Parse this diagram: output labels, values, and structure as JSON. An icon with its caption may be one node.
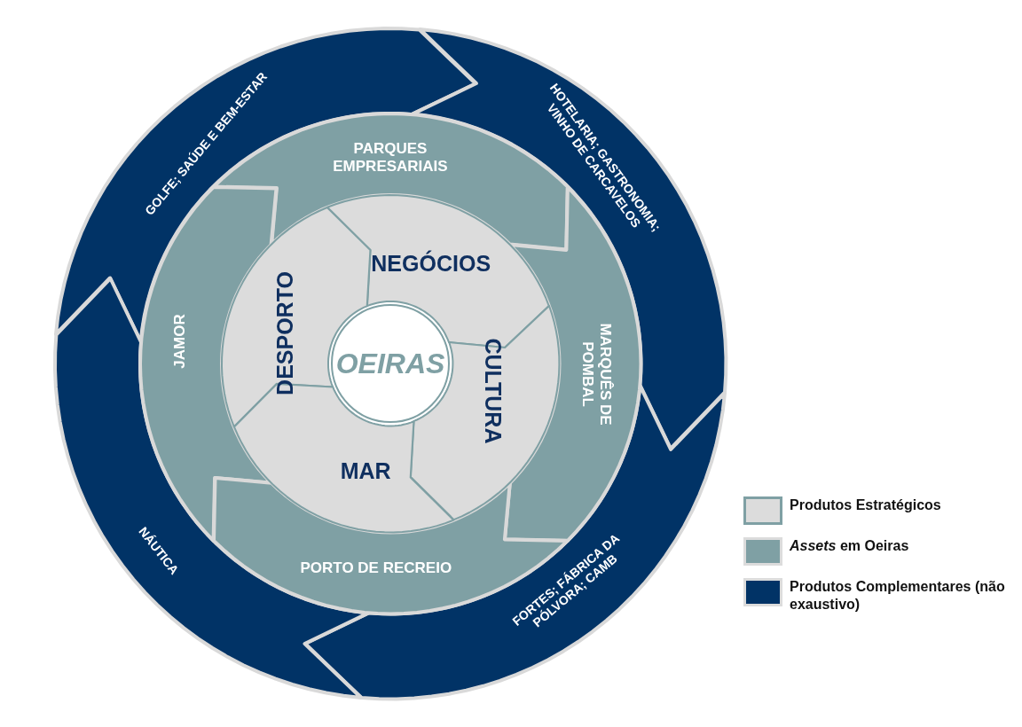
{
  "diagram": {
    "nodes": [
      {
        "text": [
          "GOLFE; SAÚDE E BEM-ESTAR"
        ]
      },
      {
        "text": [
          "HOTELARIA; GASTRONOMIA; VINHO DE CARCAVELOS"
        ]
      },
      {
        "text": [
          "FORTES; FÁBRICA DA PÓLVORA; CAMB"
        ]
      },
      {
        "text": [
          "NÁUTICA"
        ]
      },
      {
        "text": [
          "PARQUES EMPRESARIAIS"
        ]
      },
      {
        "text": [
          "JAMOR"
        ]
      },
      {
        "text": [
          "MARQUÊS DE POMBAL"
        ]
      },
      {
        "text": [
          "PORTO DE RECREIO"
        ]
      },
      {
        "text": [
          "NEGÓCIOS"
        ]
      },
      {
        "text": [
          "DESPORTO"
        ]
      },
      {
        "text": [
          "CULTURA"
        ]
      },
      {
        "text": [
          "MAR"
        ]
      },
      {
        "text": [
          "OEIRAS"
        ]
      }
    ],
    "legend": [
      {
        "text": "Produtos Estratégicos",
        "color": "#dcdcdc"
      },
      {
        "text": "*Assets* em Oeiras",
        "color": "#7fa0a4"
      },
      {
        "text": "Produtos Complementares (não exaustivo)",
        "color": "#013366"
      }
    ]
  }
}
